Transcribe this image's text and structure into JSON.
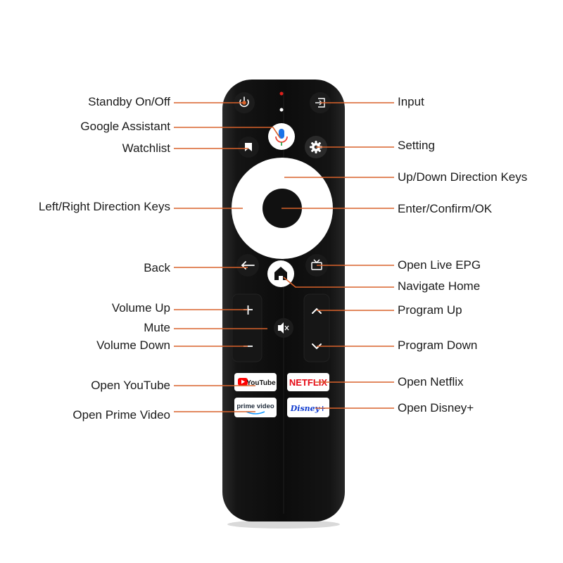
{
  "labels": {
    "standby": "Standby On/Off",
    "assistant": "Google Assistant",
    "watchlist": "Watchlist",
    "left_right": "Left/Right Direction Keys",
    "back": "Back",
    "volume_up": "Volume Up",
    "mute": "Mute",
    "volume_down": "Volume Down",
    "open_youtube": "Open YouTube",
    "open_prime": "Open Prime Video",
    "input": "Input",
    "setting": "Setting",
    "up_down": "Up/Down Direction Keys",
    "enter": "Enter/Confirm/OK",
    "live_epg": "Open Live EPG",
    "home": "Navigate Home",
    "program_up": "Program Up",
    "program_down": "Program Down",
    "open_netflix": "Open Netflix",
    "open_disney": "Open Disney+"
  },
  "apps": {
    "youtube": "YouTube",
    "netflix": "NETFLIX",
    "prime": "prime video",
    "disney": "Disney+"
  },
  "colors": {
    "leader_line": "#d9622b",
    "remote_body": "#111111",
    "led": "#e0201b",
    "netflix": "#e50914",
    "youtube": "#ff0000",
    "assistant_mic": "#1a73e8"
  },
  "icons": {
    "power": "power-icon",
    "input": "input-icon",
    "mic": "microphone-icon",
    "settings": "gear-icon",
    "bookmark": "bookmark-icon",
    "back": "back-arrow-icon",
    "home": "home-icon",
    "tv": "tv-icon",
    "mute": "mute-icon"
  }
}
